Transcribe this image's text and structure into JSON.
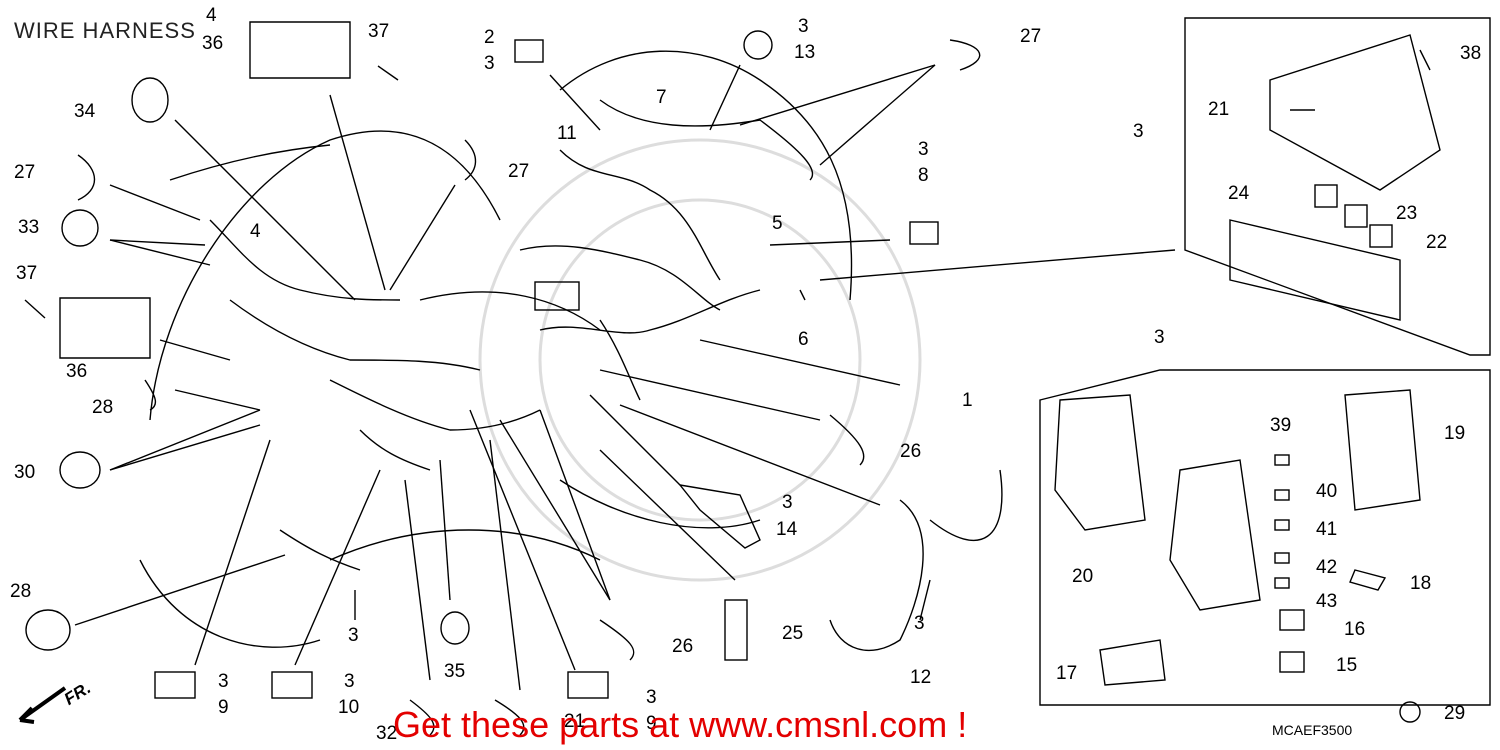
{
  "title": "WIRE HARNESS",
  "diagram_code": "MCAEF3500",
  "direction_label": "FR.",
  "watermark": "Get these parts at www.cmsnl.com !",
  "accent_color": "#e30000",
  "callouts": [
    "1",
    "2",
    "3",
    "4",
    "5",
    "6",
    "7",
    "8",
    "9",
    "10",
    "11",
    "12",
    "13",
    "14",
    "15",
    "16",
    "17",
    "18",
    "19",
    "20",
    "21",
    "22",
    "23",
    "24",
    "25",
    "26",
    "27",
    "28",
    "29",
    "30",
    "32",
    "33",
    "34",
    "35",
    "36",
    "37",
    "38",
    "39",
    "40",
    "41",
    "42",
    "43"
  ]
}
